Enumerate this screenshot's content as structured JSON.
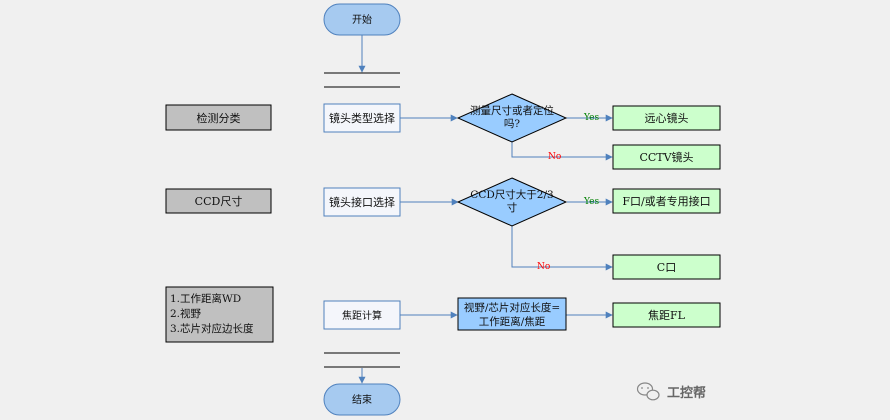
{
  "flow": {
    "start": "开始",
    "end": "结束",
    "row1": {
      "category": "检测分类",
      "process": "镜头类型选择",
      "decision_line1": "测量尺寸或者定位",
      "decision_line2": "吗?",
      "yes_label": "Yes",
      "no_label": "No",
      "result_yes": "远心镜头",
      "result_no": "CCTV镜头"
    },
    "row2": {
      "category": "CCD尺寸",
      "process": "镜头接口选择",
      "decision_line1": "CCD尺寸大于2/3",
      "decision_line2": "寸",
      "yes_label": "Yes",
      "no_label": "No",
      "result_yes": "F口/或者专用接口",
      "result_no": "C口"
    },
    "row3": {
      "params": [
        "1.工作距离WD",
        "2.视野",
        "3.芯片对应边长度"
      ],
      "process": "焦距计算",
      "formula_line1": "视野/芯片对应长度=",
      "formula_line2": "工作距离/焦距",
      "result": "焦距FL"
    }
  },
  "watermark": "工控帮",
  "colors": {
    "background": "#f0f0f0",
    "terminal_fill": "#a6caf0",
    "decision_fill": "#99ccff",
    "category_fill": "#c0c0c0",
    "result_fill": "#ccffcc",
    "process_fill": "#f4f6fb",
    "connector": "#4f81bd",
    "yes_text": "#008000",
    "no_text": "#ff0000"
  }
}
